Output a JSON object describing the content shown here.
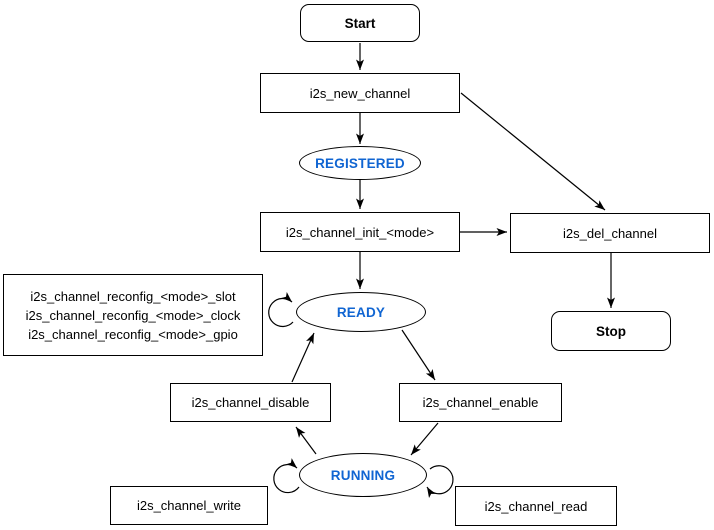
{
  "colors": {
    "stroke": "#000000",
    "node_fill": "#ffffff",
    "state_text": "#1065D2"
  },
  "nodes": {
    "start": {
      "label": "Start"
    },
    "new_channel": {
      "label": "i2s_new_channel"
    },
    "registered": {
      "label": "REGISTERED"
    },
    "init": {
      "label": "i2s_channel_init_<mode>"
    },
    "del_channel": {
      "label": "i2s_del_channel"
    },
    "stop": {
      "label": "Stop"
    },
    "reconfig": {
      "lines": [
        "i2s_channel_reconfig_<mode>_slot",
        "i2s_channel_reconfig_<mode>_clock",
        "i2s_channel_reconfig_<mode>_gpio"
      ]
    },
    "ready": {
      "label": "READY"
    },
    "disable": {
      "label": "i2s_channel_disable"
    },
    "enable": {
      "label": "i2s_channel_enable"
    },
    "running": {
      "label": "RUNNING"
    },
    "write": {
      "label": "i2s_channel_write"
    },
    "read": {
      "label": "i2s_channel_read"
    }
  },
  "edges": [
    {
      "from": "start",
      "to": "new_channel"
    },
    {
      "from": "new_channel",
      "to": "registered"
    },
    {
      "from": "new_channel",
      "to": "del_channel"
    },
    {
      "from": "registered",
      "to": "init"
    },
    {
      "from": "init",
      "to": "del_channel"
    },
    {
      "from": "init",
      "to": "ready"
    },
    {
      "from": "del_channel",
      "to": "stop"
    },
    {
      "from": "ready",
      "to": "ready",
      "note": "self-loop (reconfig)"
    },
    {
      "from": "ready",
      "to": "enable"
    },
    {
      "from": "enable",
      "to": "running"
    },
    {
      "from": "running",
      "to": "disable"
    },
    {
      "from": "disable",
      "to": "ready"
    },
    {
      "from": "running",
      "to": "running",
      "note": "self-loop left (write)"
    },
    {
      "from": "running",
      "to": "running",
      "note": "self-loop right (read)"
    }
  ]
}
